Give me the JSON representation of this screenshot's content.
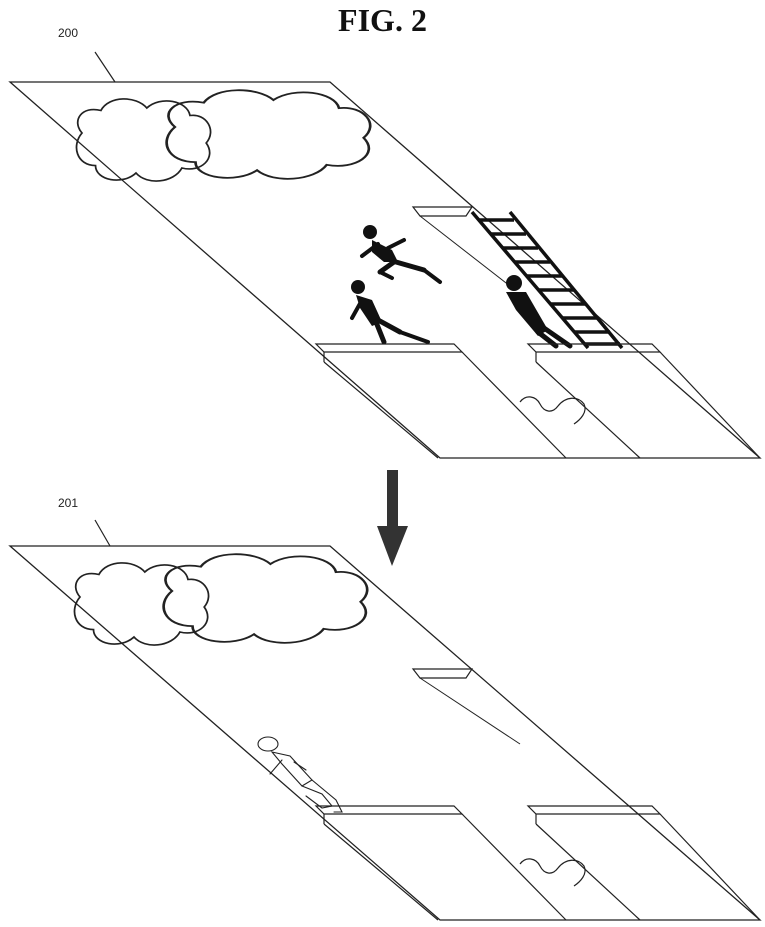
{
  "figure": {
    "title": "FIG. 2",
    "frames": [
      {
        "ref": "200",
        "state": "before",
        "characters": [
          "jumping-figure",
          "walking-figure",
          "standing-figure"
        ],
        "ladder": true
      },
      {
        "ref": "201",
        "state": "after",
        "characters": [
          "outlined-figure"
        ],
        "ladder": false
      }
    ],
    "transition_arrow": "down-arrow"
  },
  "colors": {
    "line": "#222222",
    "silhouette": "#111111",
    "arrow": "#333333",
    "background": "#ffffff"
  }
}
